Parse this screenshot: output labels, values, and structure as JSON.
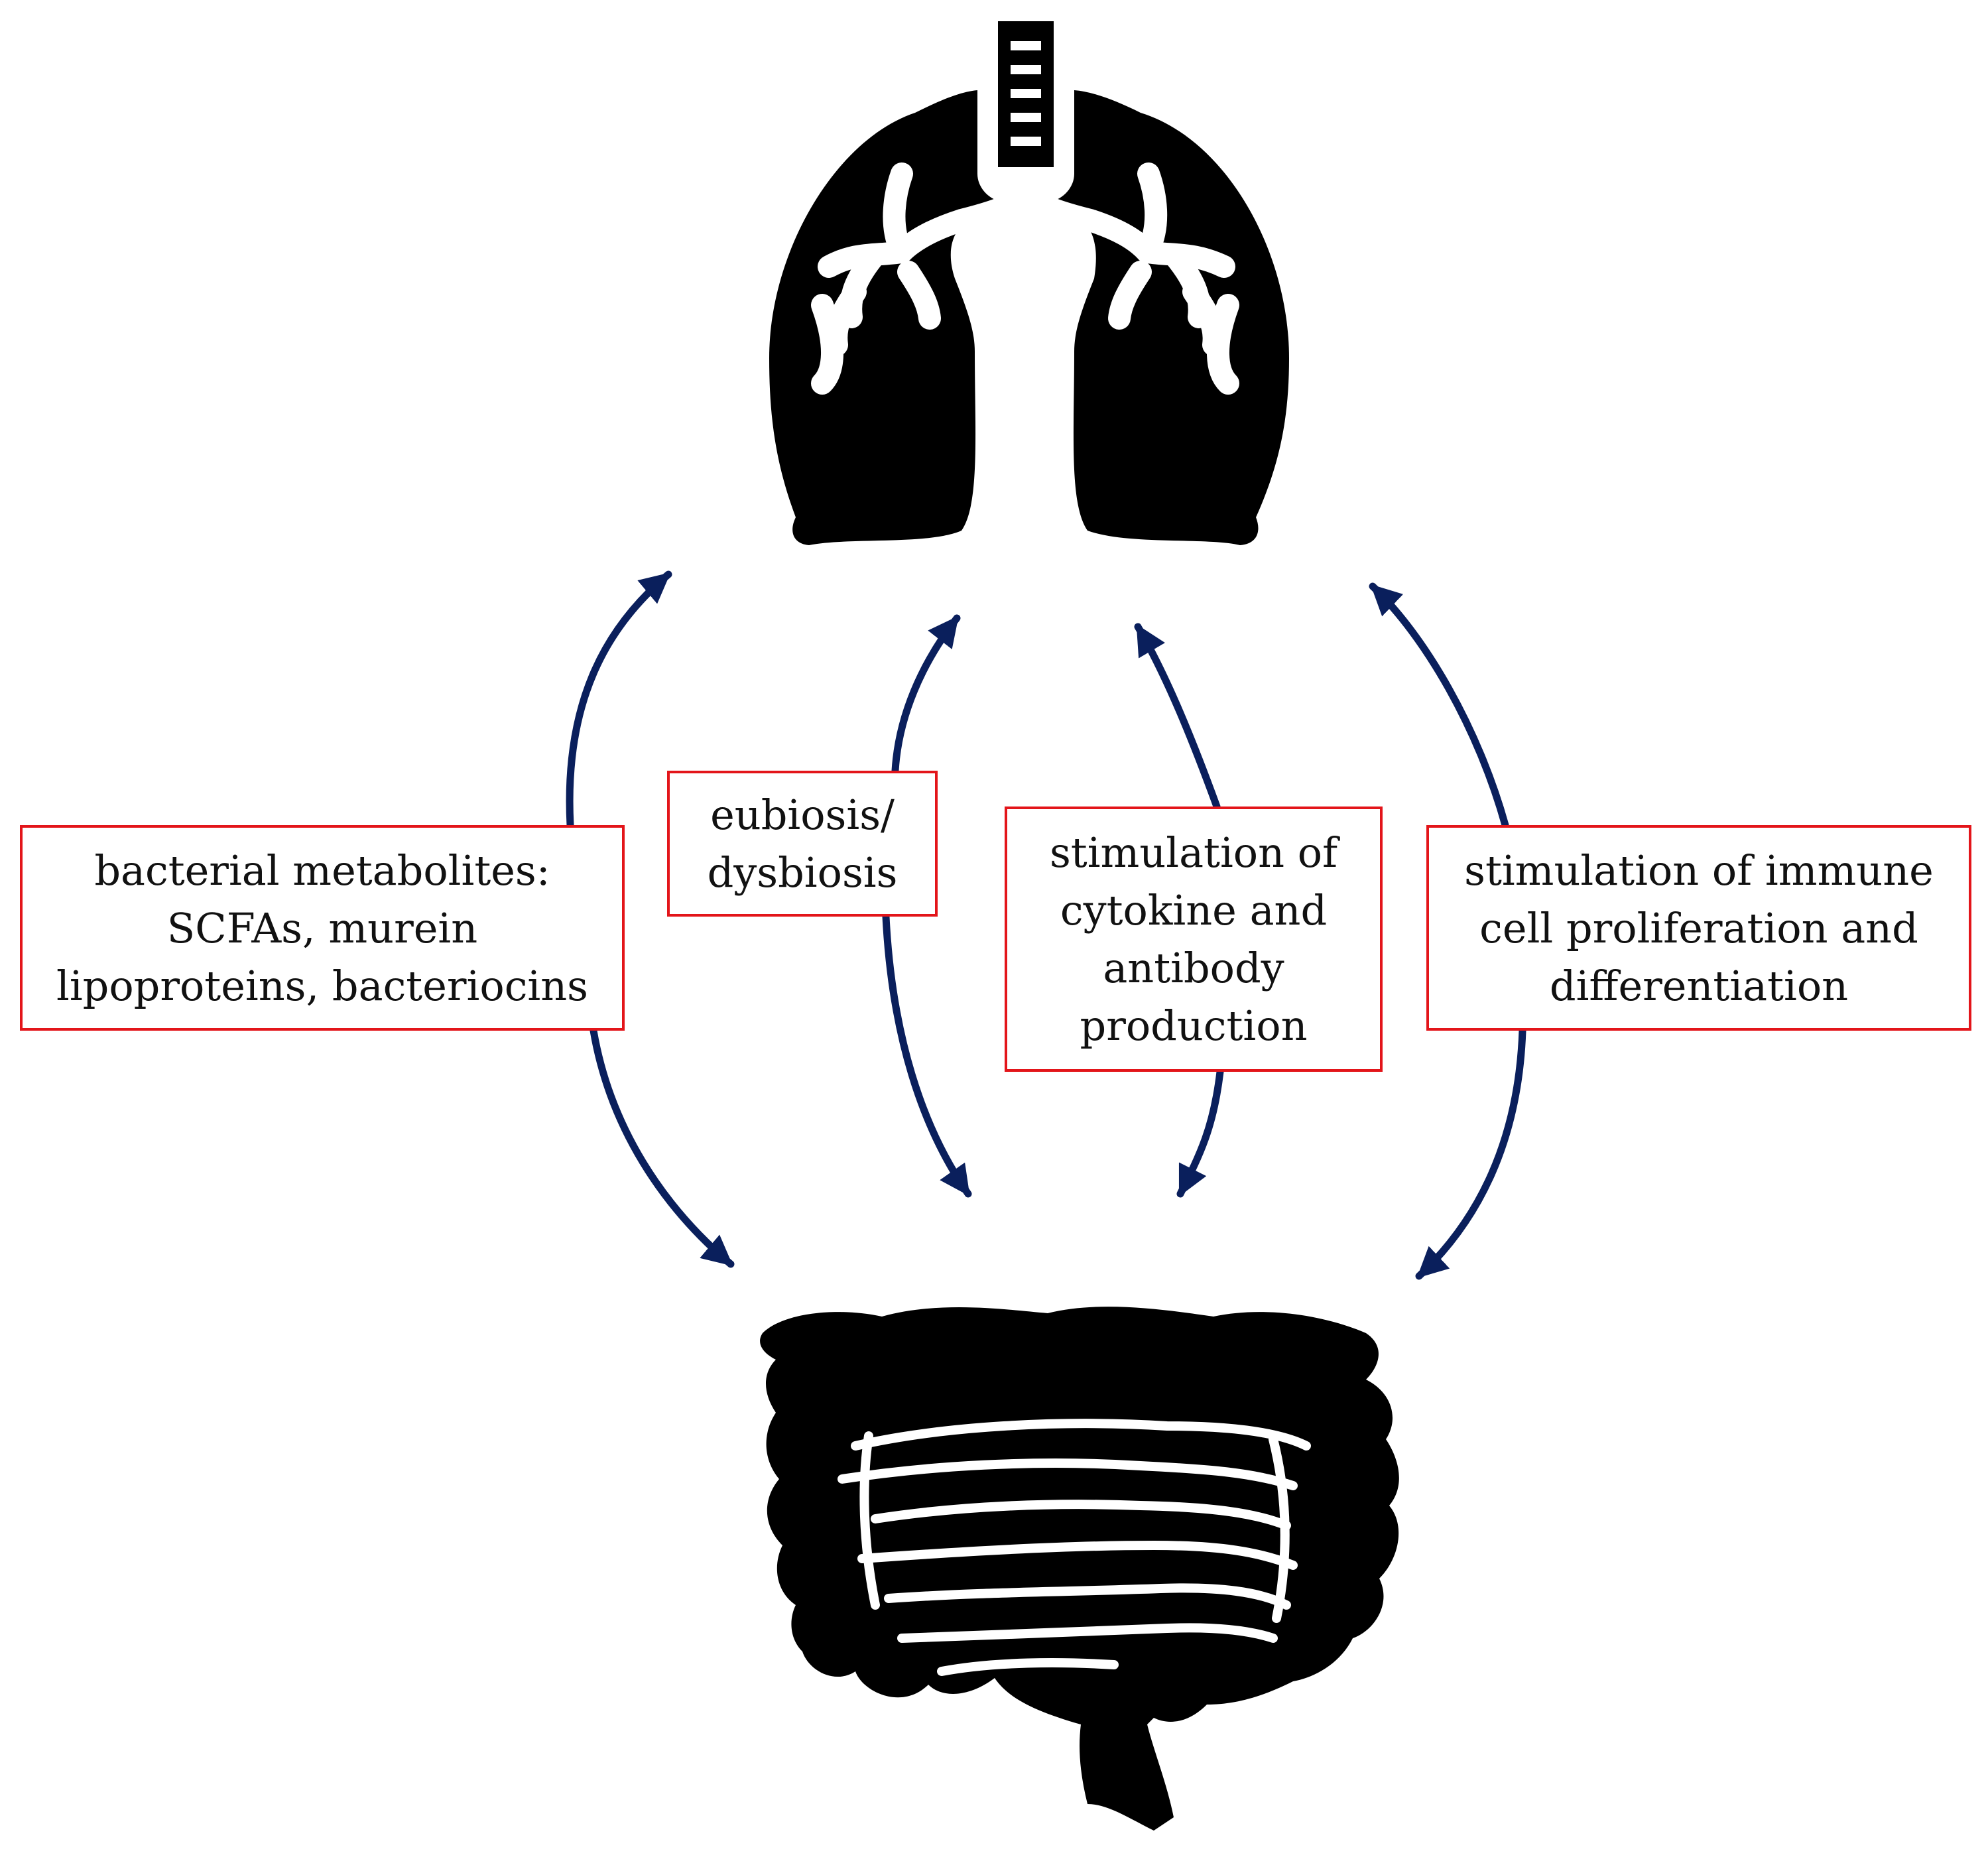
{
  "colors": {
    "arrow": "#0a1f5c",
    "box_border": "#e3151a",
    "organ_fill": "#000000",
    "text": "#111111",
    "background": "#ffffff"
  },
  "organs": {
    "top": "lungs-icon",
    "bottom": "intestine-icon"
  },
  "labels": {
    "metabolites": [
      "bacterial metabolites:",
      "SCFAs, murein",
      "lipoproteins, bacteriocins"
    ],
    "eubiosis": [
      "eubiosis/",
      "dysbiosis"
    ],
    "cytokine": [
      "stimulation of",
      "cytokine and",
      "antibody",
      "production"
    ],
    "immune": [
      "stimulation of immune",
      "cell proliferation and",
      "differentiation"
    ]
  }
}
